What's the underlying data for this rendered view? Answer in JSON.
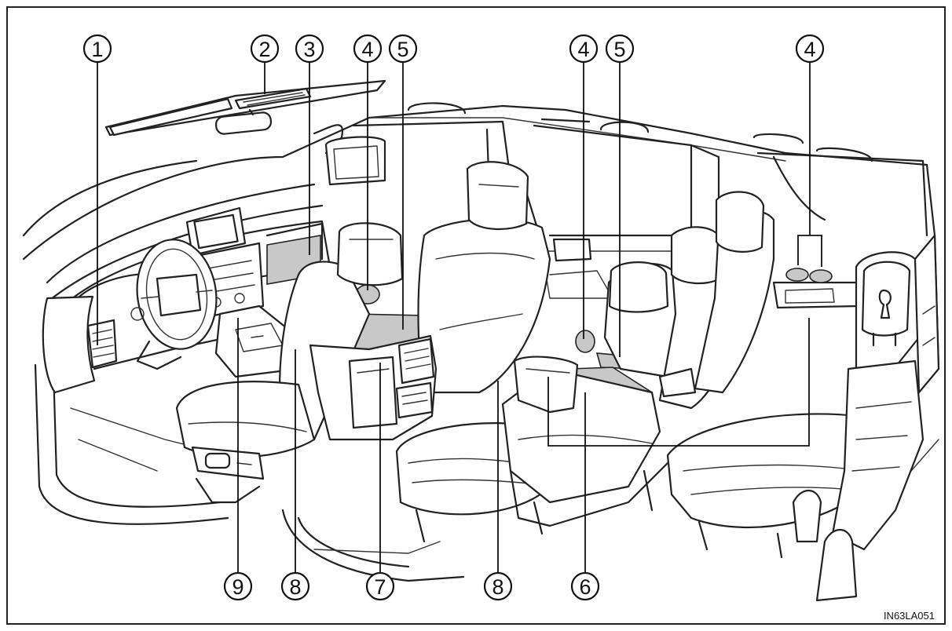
{
  "callouts": {
    "c1": "1",
    "c2": "2",
    "c3": "3",
    "c4a": "4",
    "c5a": "5",
    "c4b": "4",
    "c5b": "5",
    "c4c": "4",
    "c9": "9",
    "c8a": "8",
    "c7": "7",
    "c8b": "8",
    "c6": "6"
  },
  "figure_code": "IN63LA051",
  "colors": {
    "line": "#222222",
    "highlight": "#c8c8c8",
    "background": "#ffffff"
  }
}
